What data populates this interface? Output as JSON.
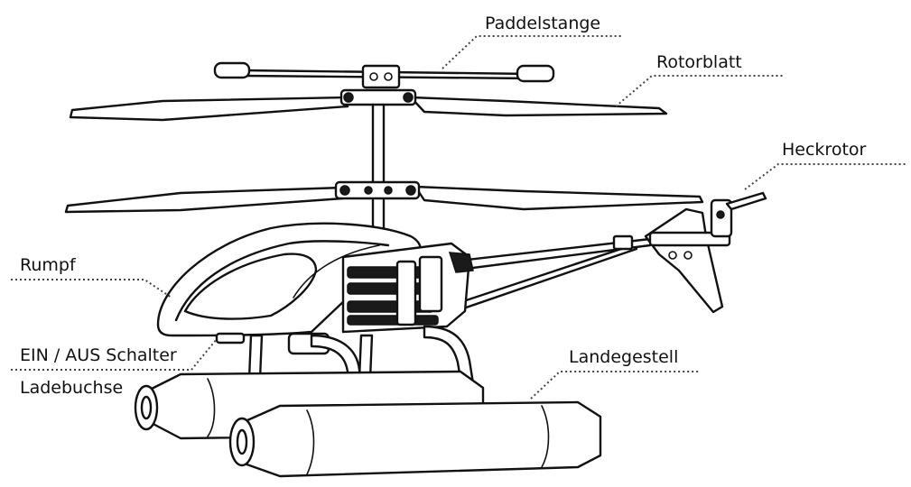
{
  "labels": {
    "paddelstange": "Paddelstange",
    "rotorblatt": "Rotorblatt",
    "heckrotor": "Heckrotor",
    "rumpf": "Rumpf",
    "ein_aus_schalter": "EIN / AUS Schalter",
    "ladebuchse": "Ladebuchse",
    "landegestell": "Landegestell"
  }
}
